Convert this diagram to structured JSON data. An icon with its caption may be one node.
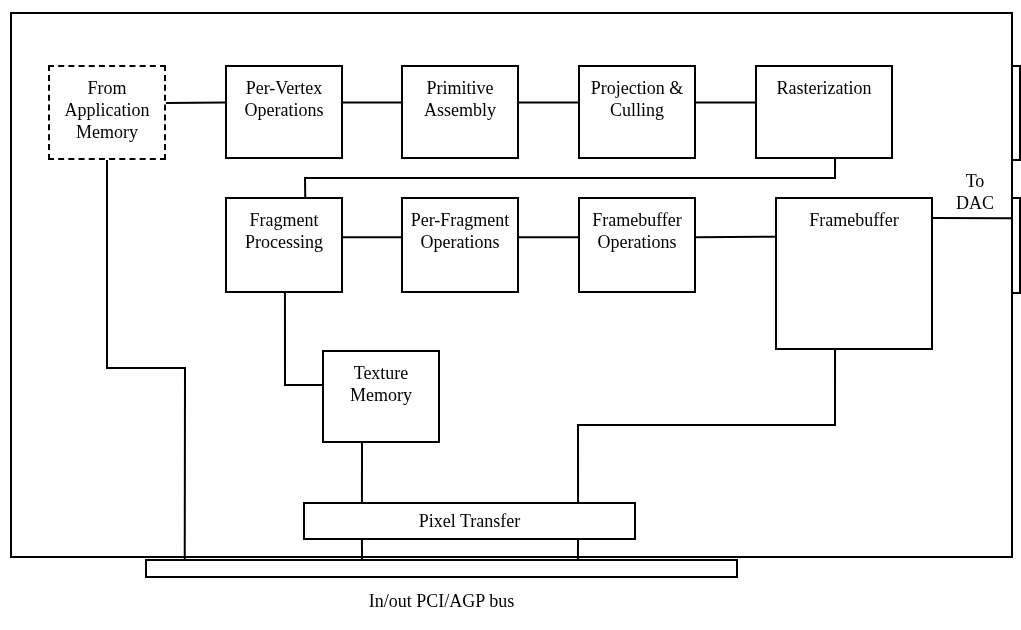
{
  "diagram": {
    "nodes": [
      {
        "text": [],
        "shape": "box"
      },
      {
        "text": [
          "From Application Memory"
        ],
        "in": 0
      },
      {
        "text": [
          "Per-Vertex Operations"
        ],
        "in": 0
      },
      {
        "text": [
          "Primitive Assembly"
        ],
        "in": 0
      },
      {
        "text": [
          "Projection & Culling"
        ],
        "in": 0
      },
      {
        "text": [
          "Rasterization"
        ],
        "in": 0
      },
      {
        "text": [
          "Fragment Processing"
        ],
        "in": 0
      },
      {
        "text": [
          "Per-Fragment Operations"
        ],
        "in": 0
      },
      {
        "text": [
          "Framebuffer Operations"
        ],
        "in": 0
      },
      {
        "text": [
          "Framebuffer"
        ],
        "in": 0
      },
      {
        "text": [
          "Texture Memory"
        ],
        "in": 0
      },
      {
        "text": [
          "Pixel Transfer"
        ],
        "in": 0
      },
      {
        "text": [],
        "shape": "bar",
        "beside": [
          "In/out PCI/AGP bus"
        ]
      },
      {
        "text": [],
        "shape": "box"
      },
      {
        "text": [],
        "shape": "box"
      }
    ],
    "edges": [
      {
        "from": 1,
        "to": 2,
        "arrow": "none"
      },
      {
        "from": 2,
        "to": 3,
        "arrow": "none"
      },
      {
        "from": 3,
        "to": 4,
        "arrow": "none"
      },
      {
        "from": 4,
        "to": 5,
        "arrow": "none"
      },
      {
        "from": 5,
        "to": 6,
        "arrow": "none"
      },
      {
        "from": 6,
        "to": 7,
        "arrow": "none"
      },
      {
        "from": 7,
        "to": 8,
        "arrow": "none"
      },
      {
        "from": 8,
        "to": 9,
        "arrow": "none"
      },
      {
        "from": 9,
        "to": 14,
        "label": "To DAC",
        "arrow": "none"
      },
      {
        "from": 6,
        "to": 10,
        "arrow": "none"
      },
      {
        "from": 10,
        "to": 11,
        "arrow": "none"
      },
      {
        "from": 9,
        "to": 11,
        "arrow": "none"
      },
      {
        "from": 1,
        "to": 12,
        "arrow": "none"
      },
      {
        "from": 11,
        "to": 12,
        "arrow": "none"
      },
      {
        "from": 11,
        "to": 12,
        "arrow": "none"
      }
    ]
  }
}
